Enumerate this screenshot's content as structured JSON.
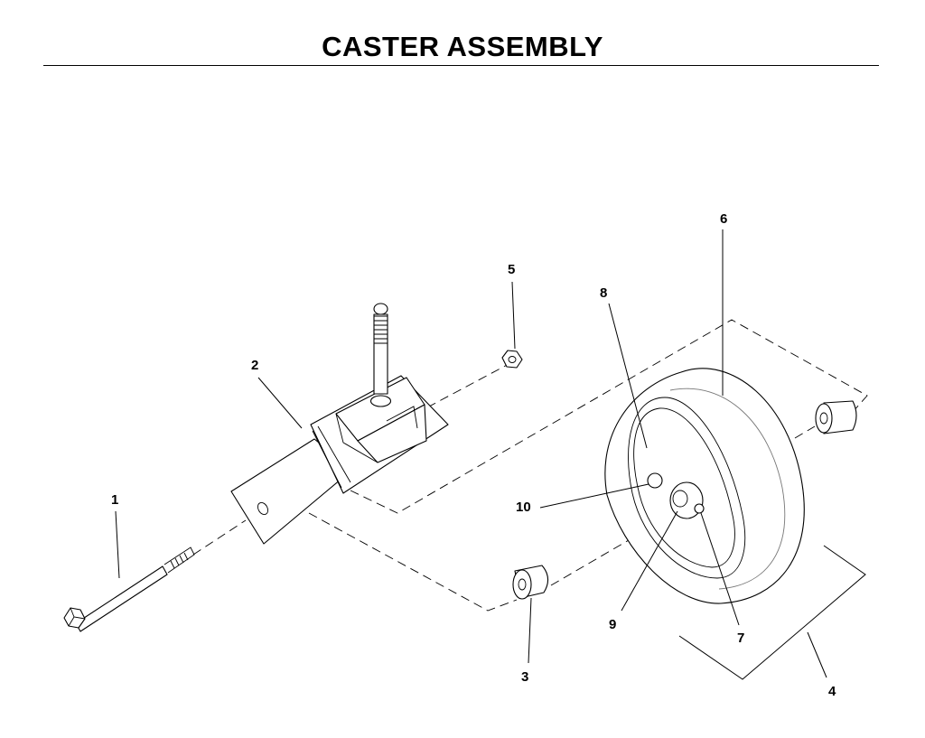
{
  "header": {
    "title": "CASTER ASSEMBLY"
  },
  "callouts": {
    "bolt": "1",
    "yoke": "2",
    "spacer": "3",
    "wheel_assembly": "4",
    "nut": "5",
    "tire": "6",
    "fitting": "7",
    "rim": "8",
    "bearing": "9",
    "grease_zerk": "10"
  }
}
